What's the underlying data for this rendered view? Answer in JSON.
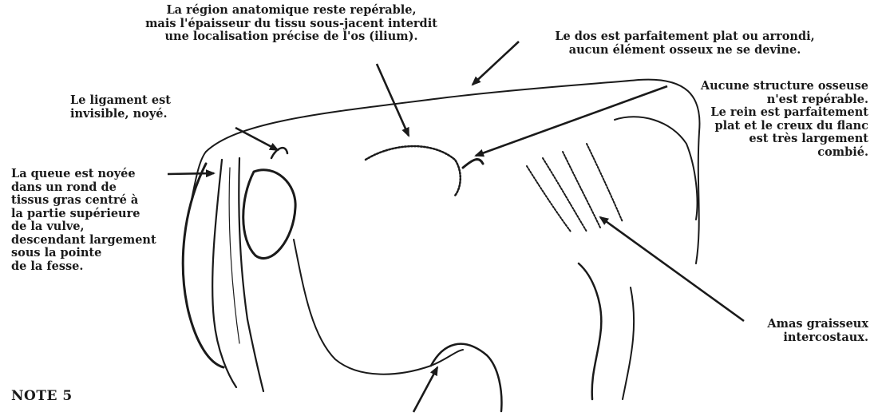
{
  "annotations": {
    "region_ilium": "La région anatomique reste repérable,\nmais l'épaisseur du tissu sous-jacent interdit\nune localisation précise de l'os (ilium).",
    "back": "Le dos est parfaitement plat ou arrondi,\naucun élément osseux ne se devine.",
    "ligament": "Le ligament est\ninvisible, noyé.",
    "bone_kidney": "Aucune structure osseuse\nn'est repérable.\nLe rein est parfaitement\nplat et le creux du flanc\nest très largement\ncombié.",
    "tail": "La queue est noyée\ndans un rond de\ntissus gras centré à\nla partie supérieure\nde la vulve,\ndescendant largement\nsous la pointe\nde la fesse.",
    "fat_intercostal": "Amas graisseux\nintercostaux."
  },
  "note": "NOTE 5",
  "colors": {
    "ink": "#1a1a1a",
    "background": "#ffffff"
  }
}
